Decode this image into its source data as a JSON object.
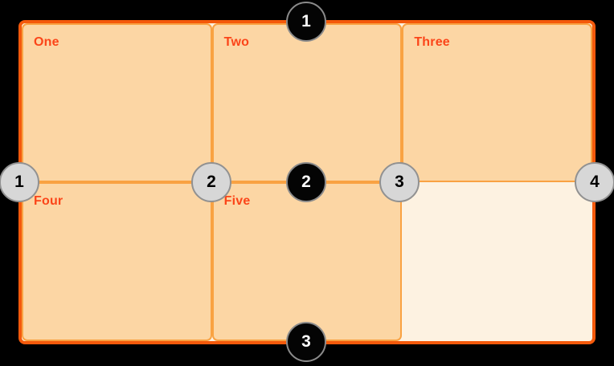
{
  "diagram": {
    "description": "CSS grid line diagram: 3 columns x 2 rows",
    "cells": [
      {
        "label": "One"
      },
      {
        "label": "Two"
      },
      {
        "label": "Three"
      },
      {
        "label": "Four"
      },
      {
        "label": "Five"
      },
      {
        "label": ""
      }
    ],
    "column_lines": [
      {
        "number": "1"
      },
      {
        "number": "2"
      },
      {
        "number": "3"
      },
      {
        "number": "4"
      }
    ],
    "row_lines": [
      {
        "number": "1"
      },
      {
        "number": "2"
      },
      {
        "number": "3"
      }
    ]
  },
  "colors": {
    "page-bg": "#000000",
    "container-bg": "#fdf2e1",
    "container-border": "#f4590b",
    "cell-bg": "#fcd6a4",
    "cell-border": "#f9a242",
    "label-color": "#fb4519",
    "col-marker-bg": "#d7d7d7",
    "col-marker-border": "#919191",
    "col-marker-text": "#000000",
    "row-marker-bg": "#040404",
    "row-marker-border": "#8b8b8b",
    "row-marker-text": "#ffffff"
  }
}
